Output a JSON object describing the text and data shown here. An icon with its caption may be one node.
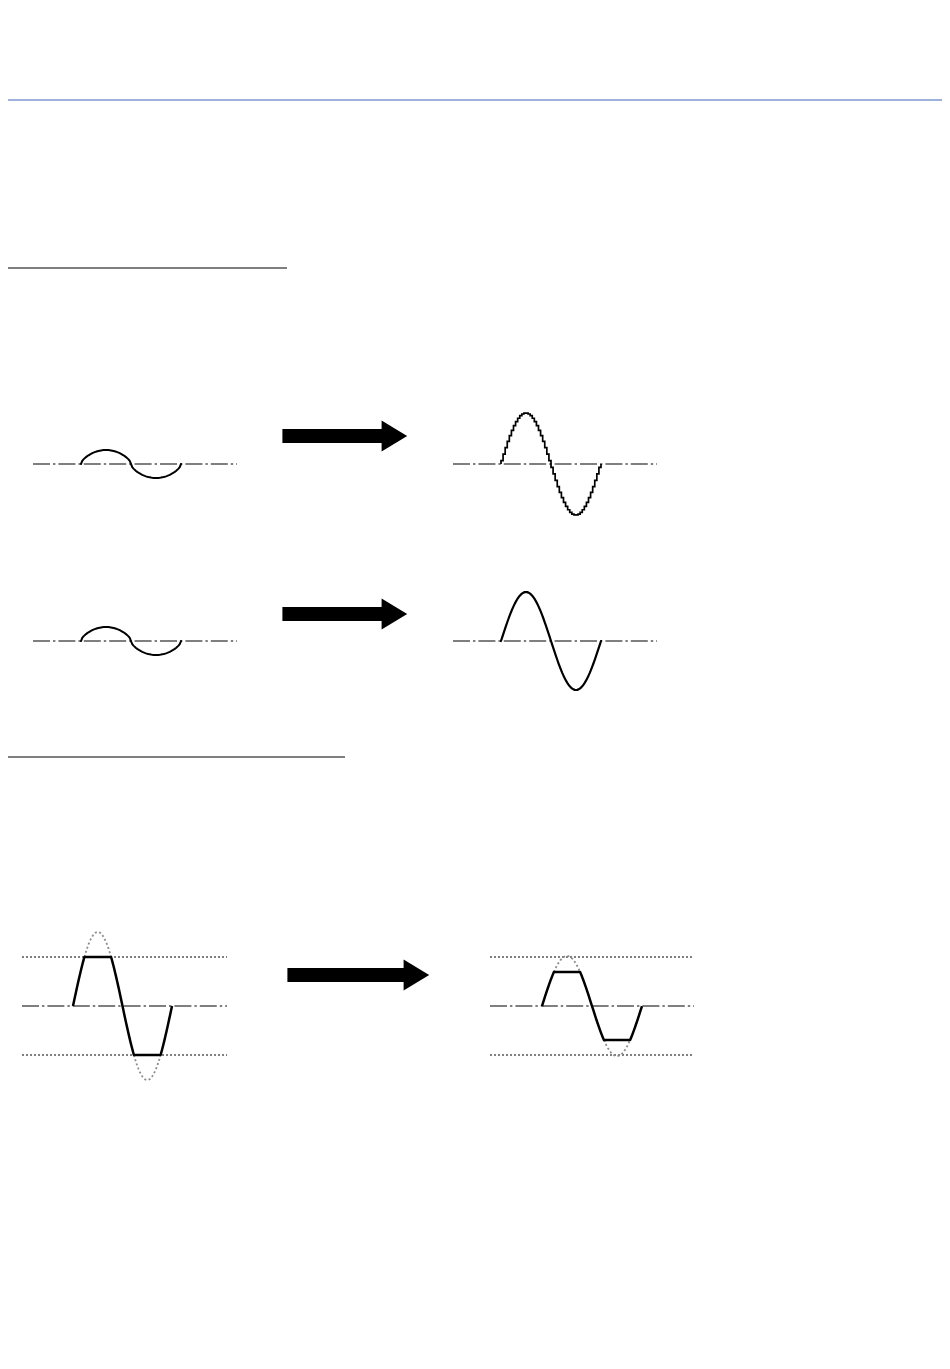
{
  "diagram": {
    "nodes": [
      {
        "text": [],
        "shape": "picture"
      },
      {
        "text": [],
        "shape": "picture"
      },
      {
        "text": [],
        "shape": "picture"
      },
      {
        "text": [],
        "shape": "picture"
      },
      {
        "text": [],
        "shape": "picture"
      },
      {
        "text": [],
        "shape": "picture"
      }
    ],
    "edges": [
      {
        "from": 0,
        "to": 1,
        "arrow": "to"
      },
      {
        "from": 2,
        "to": 3,
        "arrow": "to"
      },
      {
        "from": 4,
        "to": 5,
        "arrow": "to"
      }
    ]
  }
}
